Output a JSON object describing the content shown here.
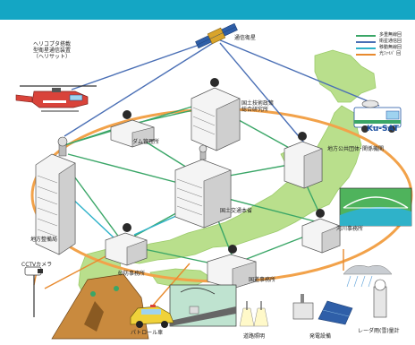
{
  "colors": {
    "header_bar": "#14a6c4",
    "sea": "#ffffff",
    "land": "#b9df8c",
    "ring": "#f2a24a",
    "line_multiplex": "#3aa667",
    "line_satellite": "#4a6fb5",
    "line_mobile": "#2fb2c9",
    "line_fiber": "#e88a2e"
  },
  "legend": [
    {
      "label": "多重無線回",
      "color_key": "line_multiplex"
    },
    {
      "label": "衛星通信回",
      "color_key": "line_satellite"
    },
    {
      "label": "移動無線回",
      "color_key": "line_mobile"
    },
    {
      "label": "光ﾌｧｲﾊﾞ 回",
      "color_key": "line_fiber"
    }
  ],
  "labels": {
    "helicopter": "ヘリコプタ搭載",
    "helicopter_2": "型衛星通信装置",
    "helicopter_3": "（ヘリサット）",
    "satellite": "通信衛星",
    "ku_sat": "Ku-SAT",
    "research": "国土技術政策",
    "research_2": "総合研究所",
    "dam": "ダム管理所",
    "local_gov": "地方公共団体･関係機関",
    "hq": "国土交通本省",
    "regional": "地方整備局",
    "river": "河川事務所",
    "erosion": "砂防事務所",
    "national_road": "国道事務所",
    "cctv": "CCTVカメラ",
    "patrol": "パトロール車",
    "road_lighting": "道路照明",
    "power": "発電設備",
    "radar": "レーダ雨(雪)量計"
  },
  "icons": [
    "satellite-icon",
    "helicopter-icon",
    "satellite-van-icon",
    "cctv-camera-icon",
    "patrol-car-icon",
    "road-lighting-icon",
    "power-equipment-icon",
    "radar-rain-gauge-icon",
    "building-icon",
    "dish-antenna-icon"
  ]
}
